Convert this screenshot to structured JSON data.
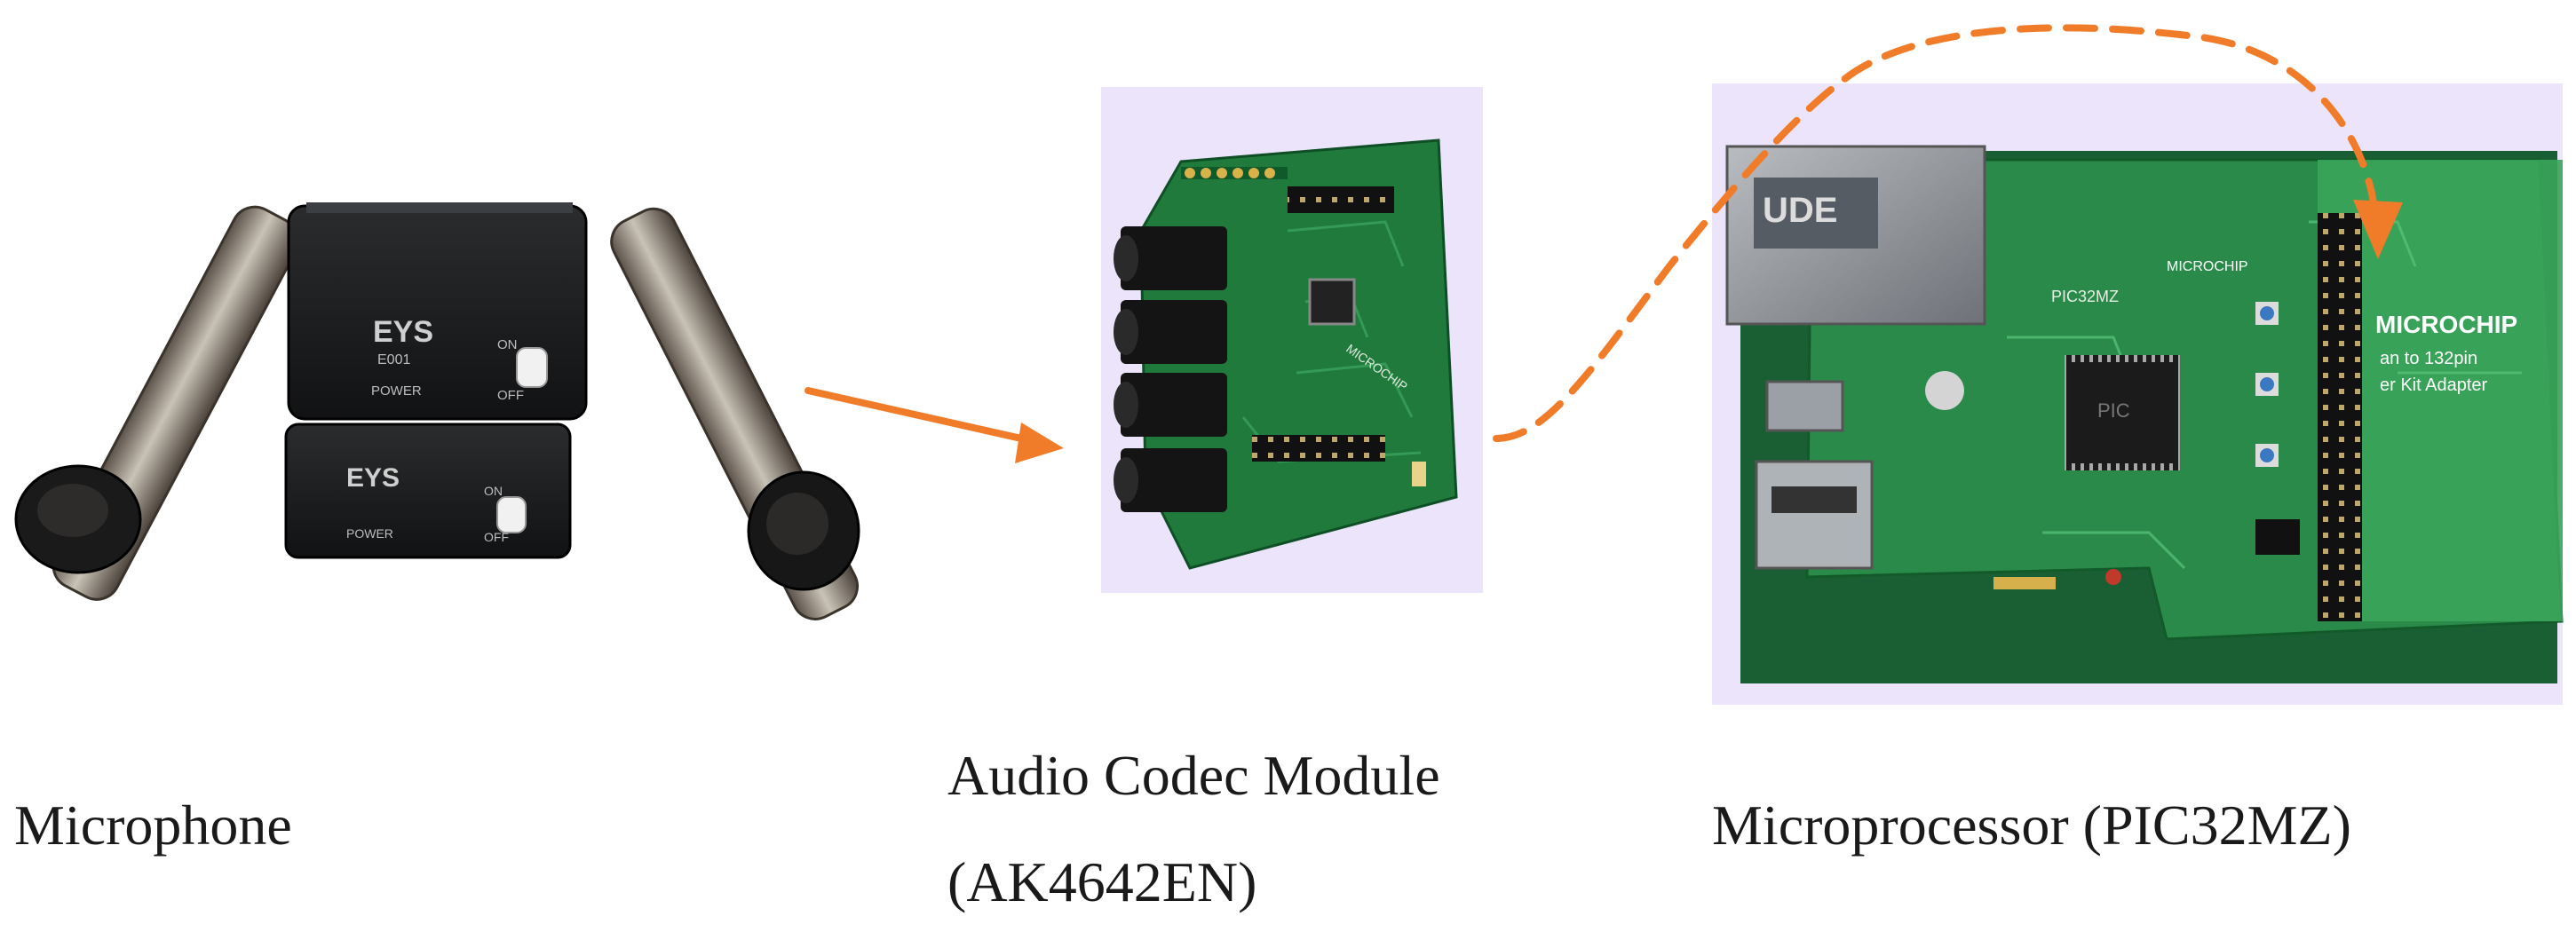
{
  "components": {
    "microphone": {
      "label": "Microphone",
      "unit_brand": "EYS",
      "unit_model": "E001",
      "power_text": "POWER",
      "switch_on": "ON",
      "switch_off": "OFF"
    },
    "codec": {
      "label_line1": "Audio Codec Module",
      "label_line2": "(AK4642EN)",
      "brand_text": "MICROCHIP"
    },
    "microprocessor": {
      "label": "Microprocessor (PIC32MZ)",
      "brand_text": "MICROCHIP",
      "adapter_text_1": "an to 132pin",
      "adapter_text_2": "er Kit Adapter",
      "board_text": "PIC32MZ",
      "jack_text": "UDE"
    }
  },
  "connections": [
    {
      "from": "microphone",
      "to": "codec",
      "style": "solid"
    },
    {
      "from": "codec",
      "to": "microprocessor",
      "style": "dashed"
    }
  ],
  "colors": {
    "arrow": "#f07c2a",
    "photo_background": "#ece4fb",
    "pcb_green": "#1f7a3c",
    "caption_text": "#1a1a1a"
  }
}
